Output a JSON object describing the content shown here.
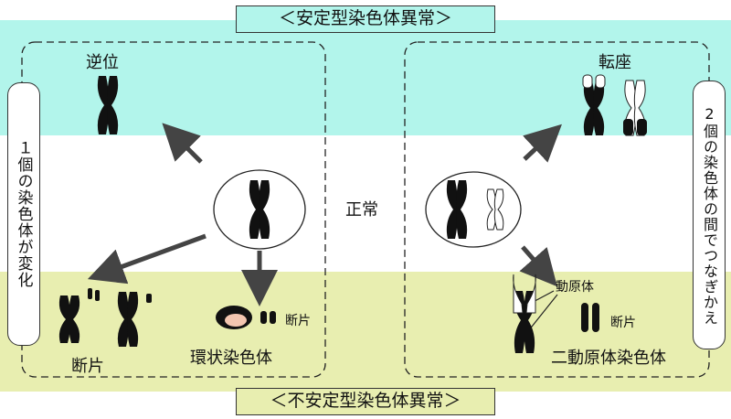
{
  "title_top": "＜安定型染色体異常＞",
  "title_bottom": "＜不安定型染色体異常＞",
  "left_side_label": "１個の染色体が変化",
  "right_side_label": "2個の染色体の間でつなぎかえ",
  "normal_label": "正常",
  "inversion_label": "逆位",
  "translocation_label": "転座",
  "fragment_label_left": "断片",
  "ring_label": "環状染色体",
  "ring_fragment_label": "断片",
  "centromere_label": "動原体",
  "dicentric_fragment_label": "断片",
  "dicentric_label": "二動原体染色体"
}
